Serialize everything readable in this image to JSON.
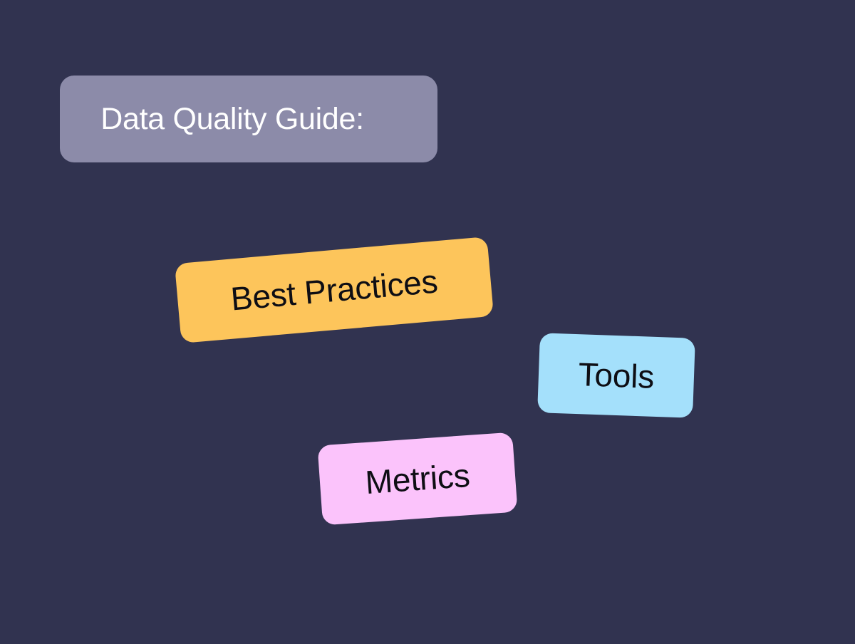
{
  "canvas": {
    "background_color": "#313350"
  },
  "title": {
    "label": "Data Quality Guide:",
    "background_color": "#8c8ba9",
    "text_color": "#ffffff"
  },
  "tags": [
    {
      "label": "Best Practices",
      "background_color": "#fdc55b",
      "text_color": "#0e0e14",
      "rotation_deg": -5
    },
    {
      "label": "Tools",
      "background_color": "#a4e0fb",
      "text_color": "#0e0e14",
      "rotation_deg": 2
    },
    {
      "label": "Metrics",
      "background_color": "#fbc3fb",
      "text_color": "#0e0e14",
      "rotation_deg": -4
    }
  ]
}
